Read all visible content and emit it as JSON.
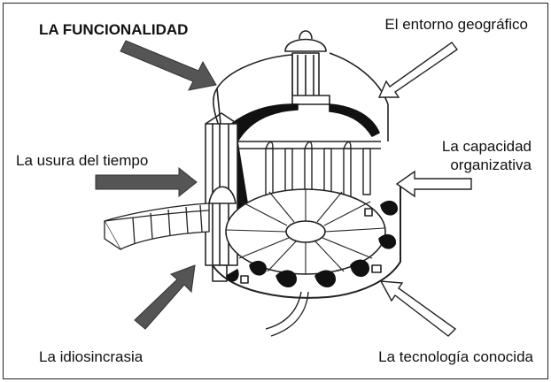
{
  "labels": {
    "funcionalidad": "LA FUNCIONALIDAD",
    "entorno": "El entorno geográfico",
    "usura": "La usura del tiempo",
    "capacidad_line1": "La capacidad",
    "capacidad_line2": "organizativa",
    "idiosincrasia": "La idiosincrasia",
    "tecnologia": "La tecnología conocida"
  },
  "arrows": [
    {
      "target": "funcionalidad",
      "style": "solid-dark"
    },
    {
      "target": "entorno",
      "style": "outline"
    },
    {
      "target": "usura",
      "style": "solid-dark"
    },
    {
      "target": "capacidad",
      "style": "outline"
    },
    {
      "target": "idiosincrasia",
      "style": "solid-dark"
    },
    {
      "target": "tecnologia",
      "style": "outline"
    }
  ],
  "colors": {
    "ink": "#111111",
    "arrow_dark": "#555555",
    "line": "#222222",
    "background": "#ffffff"
  }
}
